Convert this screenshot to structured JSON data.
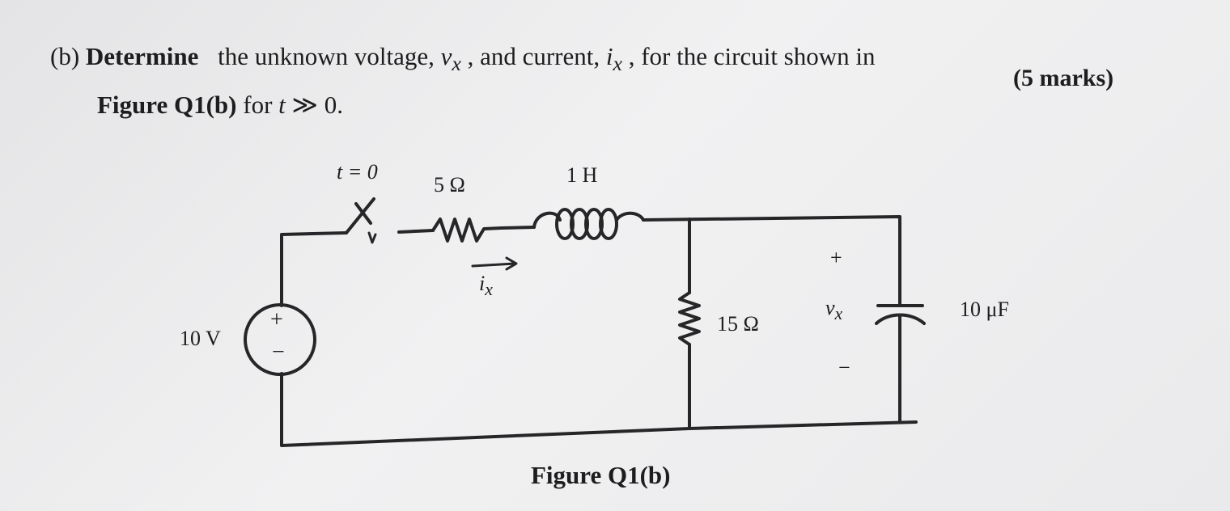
{
  "question": {
    "part": "(b)",
    "verb": "Determine",
    "text_a": "the unknown voltage,",
    "var_v": "v",
    "sub_x": "x",
    "text_b": ", and current,",
    "var_i": "i",
    "text_c": ", for the circuit shown in",
    "figure_ref": "Figure Q1(b)",
    "text_d": "for",
    "var_t": "t",
    "condition": "≫ 0.",
    "marks": "(5 marks)"
  },
  "circuit": {
    "switch_label": "t = 0",
    "resistor1_label": "5 Ω",
    "inductor_label": "1 H",
    "current_label_var": "i",
    "current_label_sub": "x",
    "source_label": "10 V",
    "source_plus": "+",
    "source_minus": "−",
    "resistor2_label": "15 Ω",
    "vx_plus": "+",
    "vx_var": "v",
    "vx_sub": "x",
    "vx_minus": "−",
    "capacitor_label": "10 μF"
  },
  "caption": "Figure Q1(b)"
}
